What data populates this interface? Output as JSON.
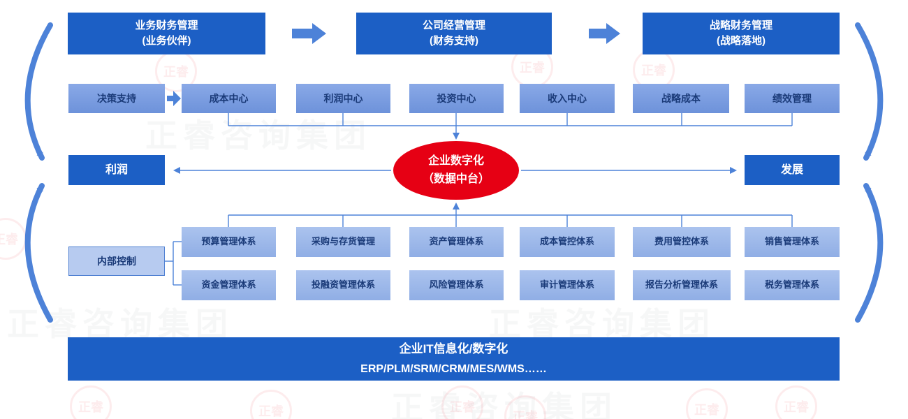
{
  "watermark": {
    "text": "正睿咨询集团",
    "seal_text": "正睿"
  },
  "top_flow": {
    "boxes": [
      {
        "title": "业务财务管理",
        "subtitle": "(业务伙伴)"
      },
      {
        "title": "公司经营管理",
        "subtitle": "(财务支持)"
      },
      {
        "title": "战略财务管理",
        "subtitle": "(战略落地)"
      }
    ]
  },
  "centers_row": {
    "lead": "决策支持",
    "items": [
      "成本中心",
      "利润中心",
      "投资中心",
      "收入中心",
      "战略成本",
      "绩效管理"
    ]
  },
  "hub": {
    "title": "企业数字化",
    "subtitle": "（数据中台）"
  },
  "sides": {
    "left": "利润",
    "right": "发展"
  },
  "control": {
    "label": "内部控制"
  },
  "systems": {
    "row1": [
      "预算管理体系",
      "采购与存货管理",
      "资产管理体系",
      "成本管控体系",
      "费用管控体系",
      "销售管理体系"
    ],
    "row2": [
      "资金管理体系",
      "投融资管理体系",
      "风险管理体系",
      "审计管理体系",
      "报告分析管理体系",
      "税务管理体系"
    ]
  },
  "bottom_bar": {
    "line1": "企业IT信息化/数字化",
    "line2": "ERP/PLM/SRM/CRM/MES/WMS……"
  },
  "colors": {
    "dark_blue": "#1c5fc5",
    "mid_blue": "#7b9de2",
    "light_blue": "#9ab7e8",
    "line_blue": "#4d82d8",
    "hub_red": "#e60014",
    "text_navy": "#1a3a78"
  }
}
